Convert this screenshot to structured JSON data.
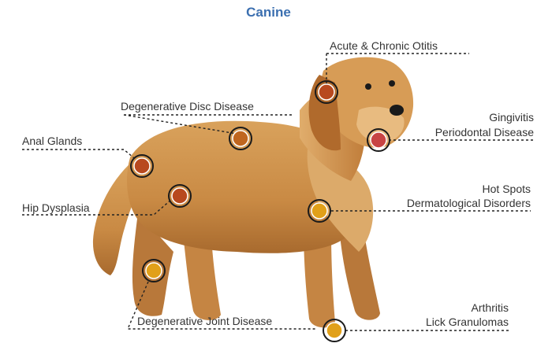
{
  "title": "Canine",
  "colors": {
    "title": "#3b6fb0",
    "marker_ring": "#1a1a1a",
    "marker_fill_warm": "#b8491f",
    "marker_fill_gold": "#e1a019",
    "dog_fur": "#c98a44"
  },
  "labels": {
    "acute_otitis": "Acute & Chronic Otitis",
    "degenerative_disc": "Degenerative Disc Disease",
    "gingivitis": "Gingivitis",
    "periodontal": "Periodontal Disease",
    "anal_glands": "Anal Glands",
    "hot_spots": "Hot Spots",
    "dermatological": "Dermatological Disorders",
    "hip_dysplasia": "Hip Dysplasia",
    "arthritis": "Arthritis",
    "lick_granulomas": "Lick Granulomas",
    "degenerative_joint": "Degenerative Joint Disease"
  }
}
